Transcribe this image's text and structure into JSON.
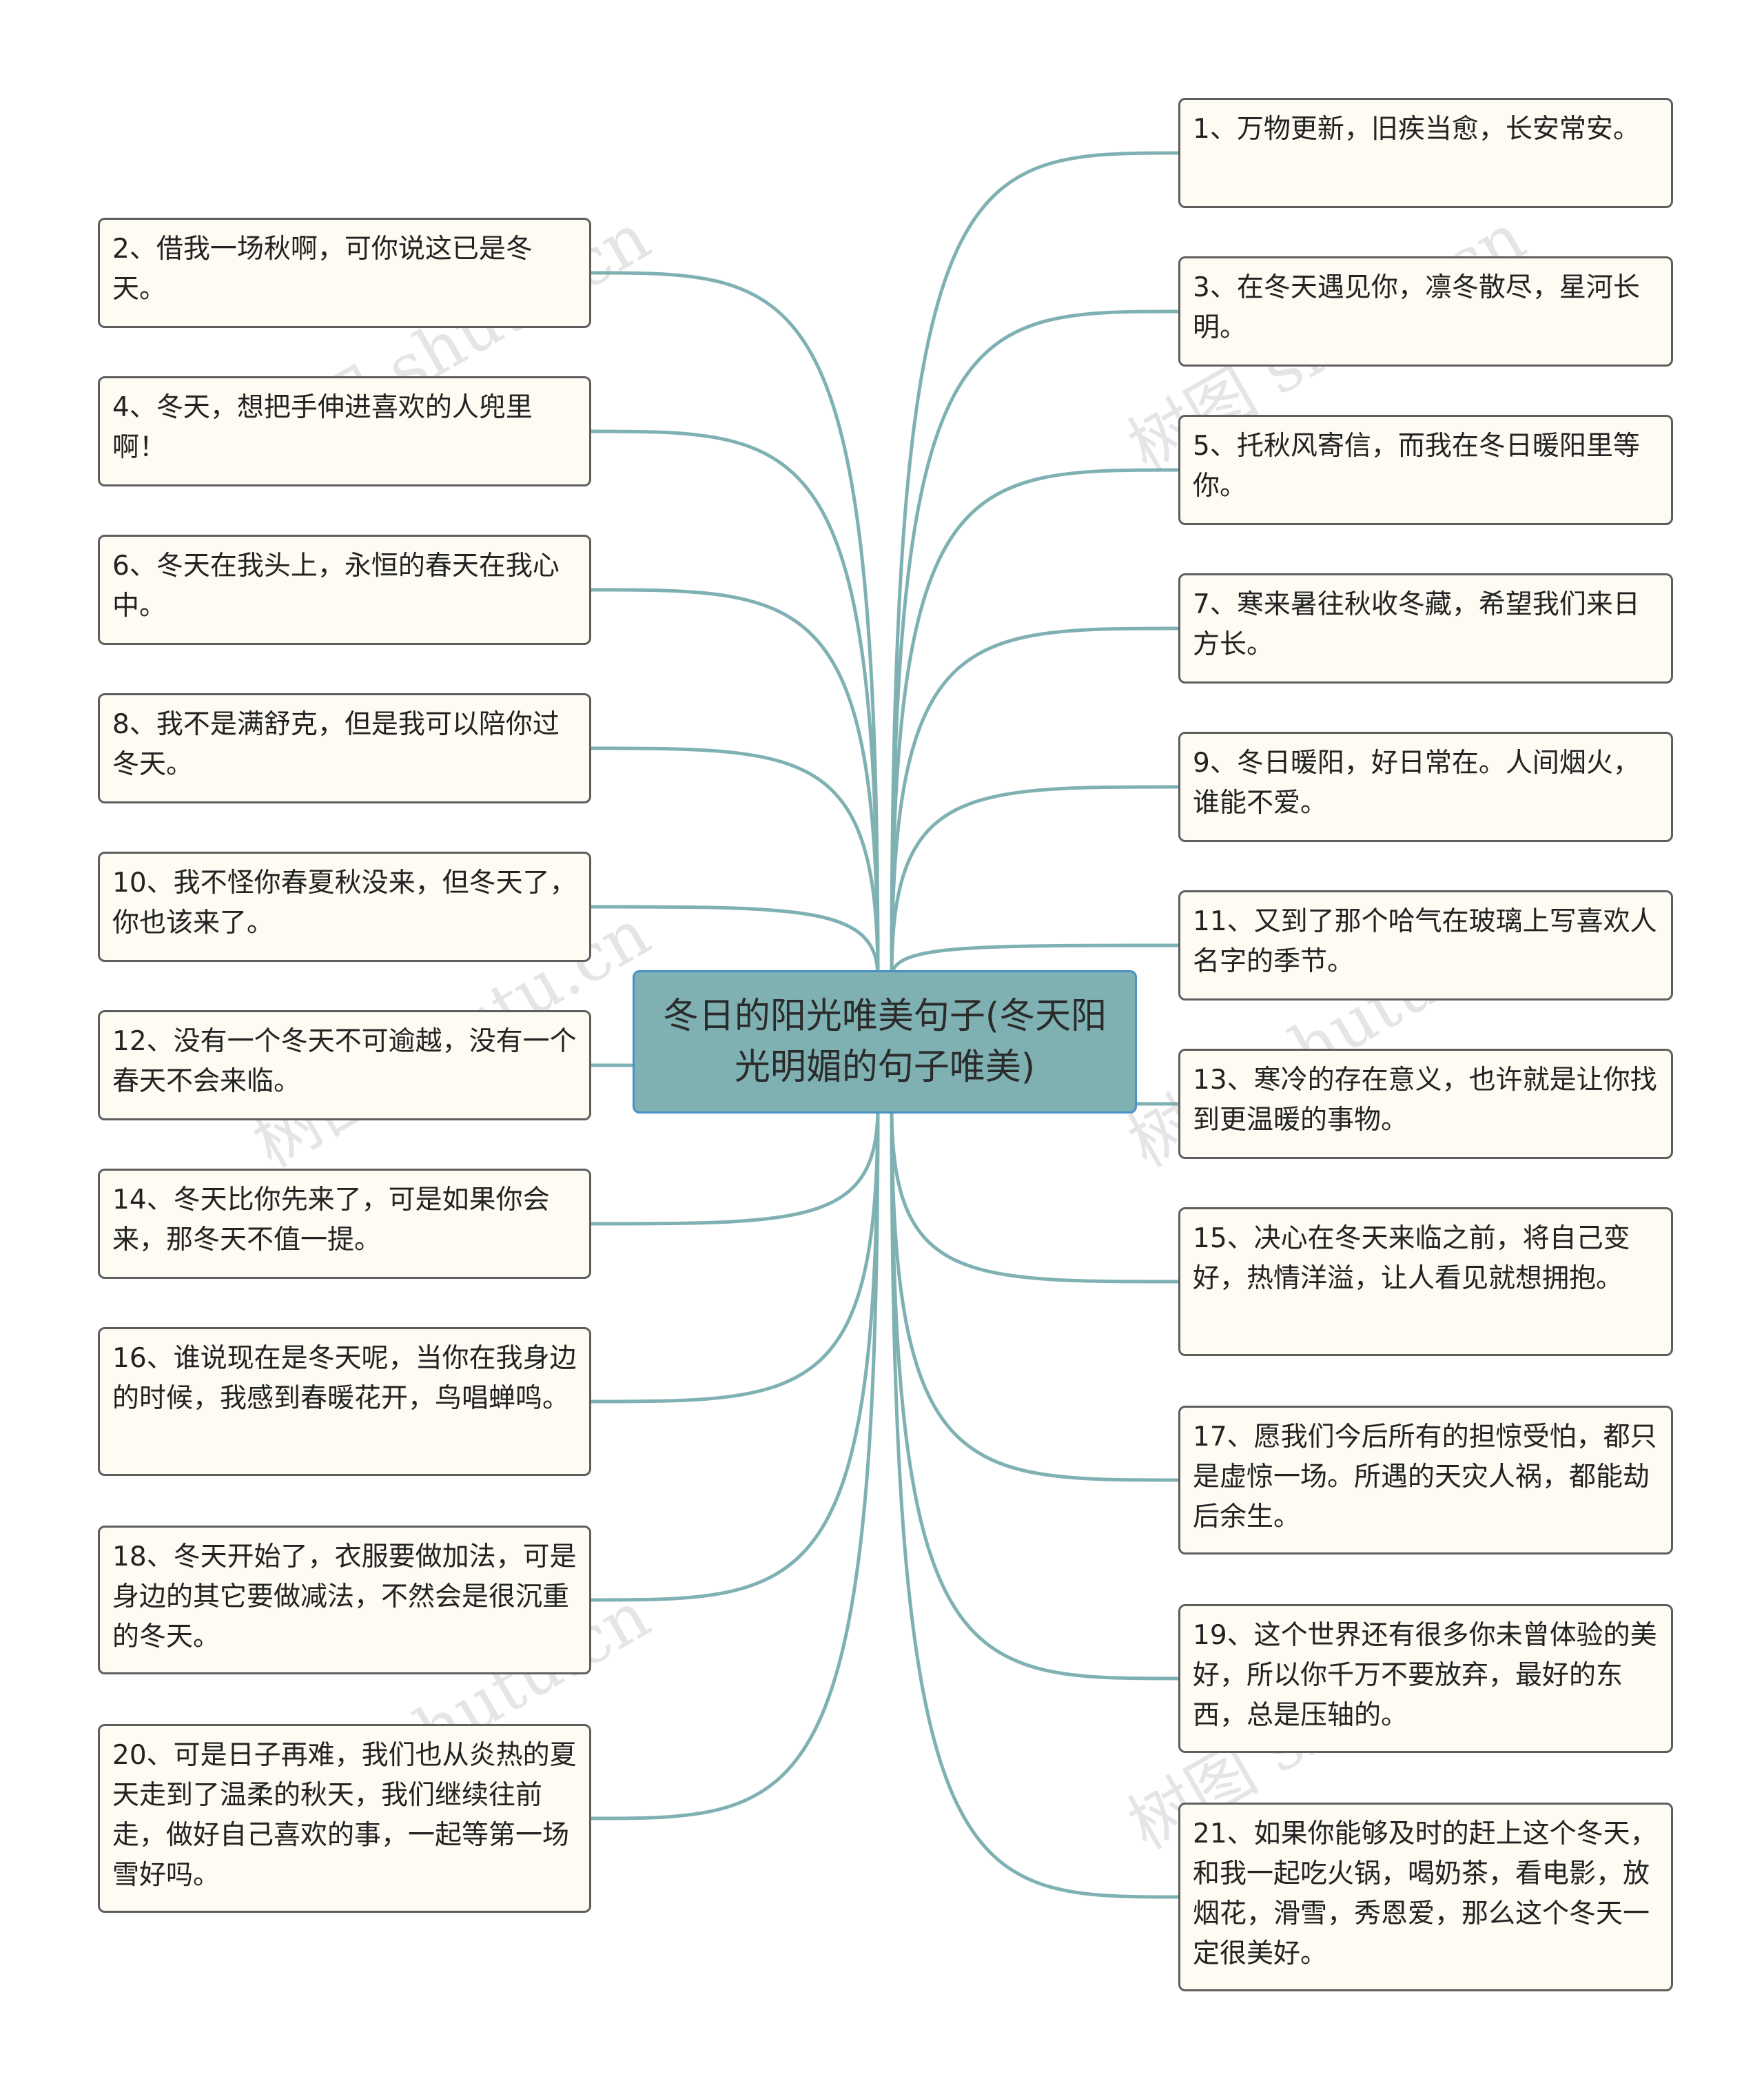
{
  "root": {
    "label": "冬日的阳光唯美句子(冬天阳光明媚的句子唯美)"
  },
  "watermark": "树图 shutu.cn",
  "colors": {
    "link": "#7fb1b3",
    "root_fill": "#7fb1b3",
    "node_fill": "#fdfbf2",
    "node_border": "#5e5e5e"
  },
  "nodes": [
    {
      "label": "1、万物更新，旧疾当愈，长安常安。"
    },
    {
      "label": "2、借我一场秋啊，可你说这已是冬天。"
    },
    {
      "label": "3、在冬天遇见你，凛冬散尽，星河长明。"
    },
    {
      "label": "4、冬天，想把手伸进喜欢的人兜里啊！"
    },
    {
      "label": "5、托秋风寄信，而我在冬日暖阳里等你。"
    },
    {
      "label": "6、冬天在我头上，永恒的春天在我心中。"
    },
    {
      "label": "7、寒来暑往秋收冬藏，希望我们来日方长。"
    },
    {
      "label": "8、我不是满舒克，但是我可以陪你过冬天。"
    },
    {
      "label": "9、冬日暖阳，好日常在。人间烟火，谁能不爱。"
    },
    {
      "label": "10、我不怪你春夏秋没来，但冬天了，你也该来了。"
    },
    {
      "label": "11、又到了那个哈气在玻璃上写喜欢人名字的季节。"
    },
    {
      "label": "12、没有一个冬天不可逾越，没有一个春天不会来临。"
    },
    {
      "label": "13、寒冷的存在意义，也许就是让你找到更温暖的事物。"
    },
    {
      "label": "14、冬天比你先来了，可是如果你会来，那冬天不值一提。"
    },
    {
      "label": "15、决心在冬天来临之前，将自己变好，热情洋溢，让人看见就想拥抱。"
    },
    {
      "label": "16、谁说现在是冬天呢，当你在我身边的时候，我感到春暖花开，鸟唱蝉鸣。"
    },
    {
      "label": "17、愿我们今后所有的担惊受怕，都只是虚惊一场。所遇的天灾人祸，都能劫后余生。"
    },
    {
      "label": "18、冬天开始了，衣服要做加法，可是身边的其它要做减法，不然会是很沉重的冬天。"
    },
    {
      "label": "19、这个世界还有很多你未曾体验的美好，所以你千万不要放弃，最好的东西，总是压轴的。"
    },
    {
      "label": "20、可是日子再难，我们也从炎热的夏天走到了温柔的秋天，我们继续往前走，做好自己喜欢的事，一起等第一场雪好吗。"
    },
    {
      "label": "21、如果你能够及时的赶上这个冬天，和我一起吃火锅，喝奶茶，看电影，放烟花，滑雪，秀恩爱，那么这个冬天一定很美好。"
    }
  ]
}
